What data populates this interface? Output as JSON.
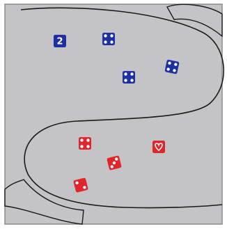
{
  "board": {
    "background_color": "#c4c4c6",
    "frame_color": "#8c8c8c",
    "track_line_color": "#1a1a1a"
  },
  "teams": {
    "blue": {
      "color": "#1d2fa3",
      "pip_color": "#ffffff"
    },
    "red": {
      "color": "#e0262a",
      "pip_color": "#ffffff"
    }
  },
  "pieces": [
    {
      "id": "blue-2",
      "team": "blue",
      "face": "number",
      "label": "2",
      "pips": 0
    },
    {
      "id": "blue-4a",
      "team": "blue",
      "face": "pips",
      "pips": 4
    },
    {
      "id": "blue-4b",
      "team": "blue",
      "face": "pips",
      "pips": 4
    },
    {
      "id": "blue-4c",
      "team": "blue",
      "face": "pips",
      "pips": 4
    },
    {
      "id": "red-4",
      "team": "red",
      "face": "pips",
      "pips": 4
    },
    {
      "id": "red-2",
      "team": "red",
      "face": "pips",
      "pips": 2
    },
    {
      "id": "red-3",
      "team": "red",
      "face": "pips",
      "pips": 3
    },
    {
      "id": "red-heart",
      "team": "red",
      "face": "heart-icon",
      "pips": 0
    }
  ]
}
